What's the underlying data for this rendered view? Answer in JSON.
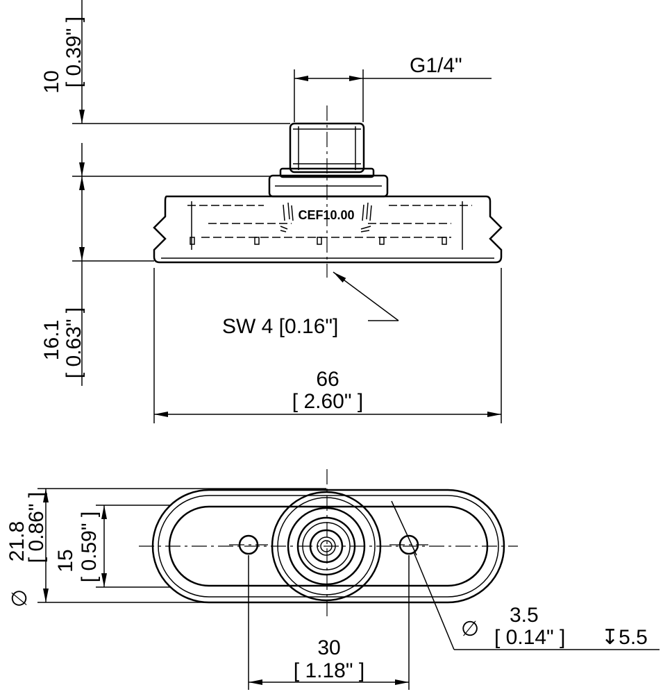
{
  "colors": {
    "line": "#000000",
    "background": "#ffffff"
  },
  "part_marking": "CEF10.00",
  "side_view": {
    "thread": "G1/4\"",
    "height_upper": {
      "mm": "10",
      "inch": "[ 0.39\" ]"
    },
    "height_lower": {
      "mm": "16.1",
      "inch": "[ 0.63\" ]"
    },
    "hex": "SW 4 [0.16\"]",
    "length": {
      "mm": "66",
      "inch": "[ 2.60\" ]"
    }
  },
  "top_view": {
    "outer_width": {
      "mm": "21.8",
      "inch": "[ 0.86\" ]",
      "symbol": "∅"
    },
    "inner_width": {
      "mm": "15",
      "inch": "[ 0.59\" ]"
    },
    "hole_spacing": {
      "mm": "30",
      "inch": "[ 1.18\" ]"
    },
    "hole": {
      "symbol": "∅",
      "mm": "3.5",
      "inch": "[ 0.14\" ]",
      "depth": "↧5.5"
    }
  }
}
